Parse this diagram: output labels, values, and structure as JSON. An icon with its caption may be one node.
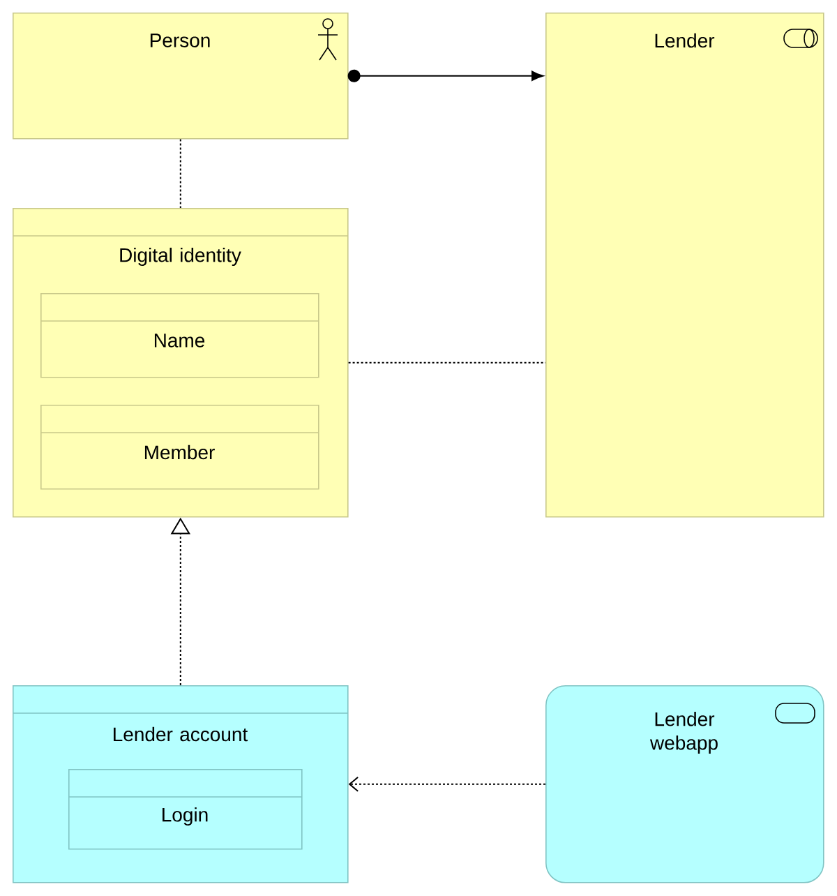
{
  "diagram": {
    "nodes": [
      {
        "text": [
          "Person"
        ]
      },
      {
        "text": [
          "Lender"
        ]
      },
      {
        "text": [
          "Digital identity"
        ]
      },
      {
        "text": [
          "Name"
        ],
        "in": 2
      },
      {
        "text": [
          "Member"
        ],
        "in": 2
      },
      {
        "text": [
          "Lender account"
        ]
      },
      {
        "text": [
          "Login"
        ],
        "in": 5
      },
      {
        "text": [
          "Lender webapp"
        ]
      }
    ],
    "edges": [
      {
        "from": 0,
        "to": 1,
        "arrow": "to"
      },
      {
        "from": 0,
        "to": 2,
        "arrow": "none",
        "style": "dashed"
      },
      {
        "from": 2,
        "to": 1,
        "arrow": "none",
        "style": "dashed"
      },
      {
        "from": 5,
        "to": 2,
        "arrow": "to",
        "style": "dashed"
      },
      {
        "from": 7,
        "to": 5,
        "arrow": "to",
        "style": "dashed"
      }
    ]
  }
}
